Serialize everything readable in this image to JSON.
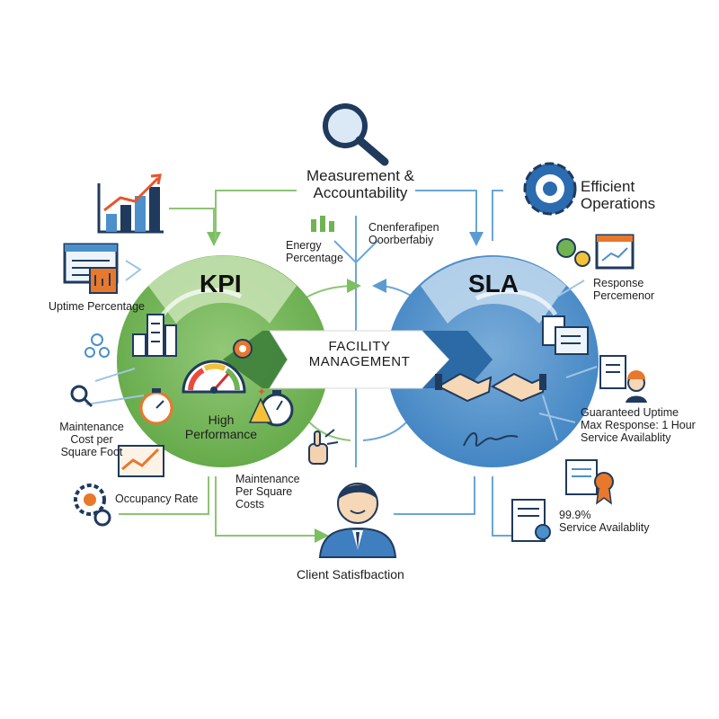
{
  "kpi": {
    "title": "KPI",
    "high_performance": [
      "High",
      "Performance"
    ],
    "uptime": "Uptime Percentage",
    "maintenance_cost": [
      "Maintenance",
      "Cost per",
      "Square Foot"
    ],
    "occupancy": "Occupancy Rate",
    "energy": [
      "Energy",
      "Percentage"
    ]
  },
  "sla": {
    "title": "SLA",
    "response": [
      "Response",
      "Percemenor"
    ],
    "guaranteed": [
      "Guaranteed Uptime",
      "Max Response: 1 Hour",
      "Service Availablity"
    ],
    "availability": [
      "99.9%",
      "Service Availablity"
    ]
  },
  "center": {
    "banner": [
      "FACILITY",
      "MANAGEMENT"
    ],
    "measurement": [
      "Measurement &",
      "Accountability"
    ],
    "efficient": [
      "Efficient",
      "Operations"
    ],
    "conflict": [
      "Cnenferafipen",
      "Ooorberfabiy"
    ],
    "maintenance_costs": [
      "Maintenance",
      "Per Square",
      "Costs"
    ],
    "client": "Client Satisfbaction"
  },
  "colors": {
    "kpi_green": "#6fb353",
    "kpi_light": "#cfe4bf",
    "sla_blue": "#4b8fcb",
    "sla_light": "#c7dcf0",
    "navy": "#1f3a5c",
    "orange": "#e8782c"
  },
  "icons": [
    "magnifier-icon",
    "bar-chart-icon",
    "laptop-icon",
    "buildings-icon",
    "gauge-icon",
    "stopwatch-icon",
    "gear-icon",
    "handshake-icon",
    "document-icon",
    "certificate-icon",
    "worker-icon",
    "businessman-icon",
    "dashboard-monitor-icon",
    "signature-icon"
  ]
}
